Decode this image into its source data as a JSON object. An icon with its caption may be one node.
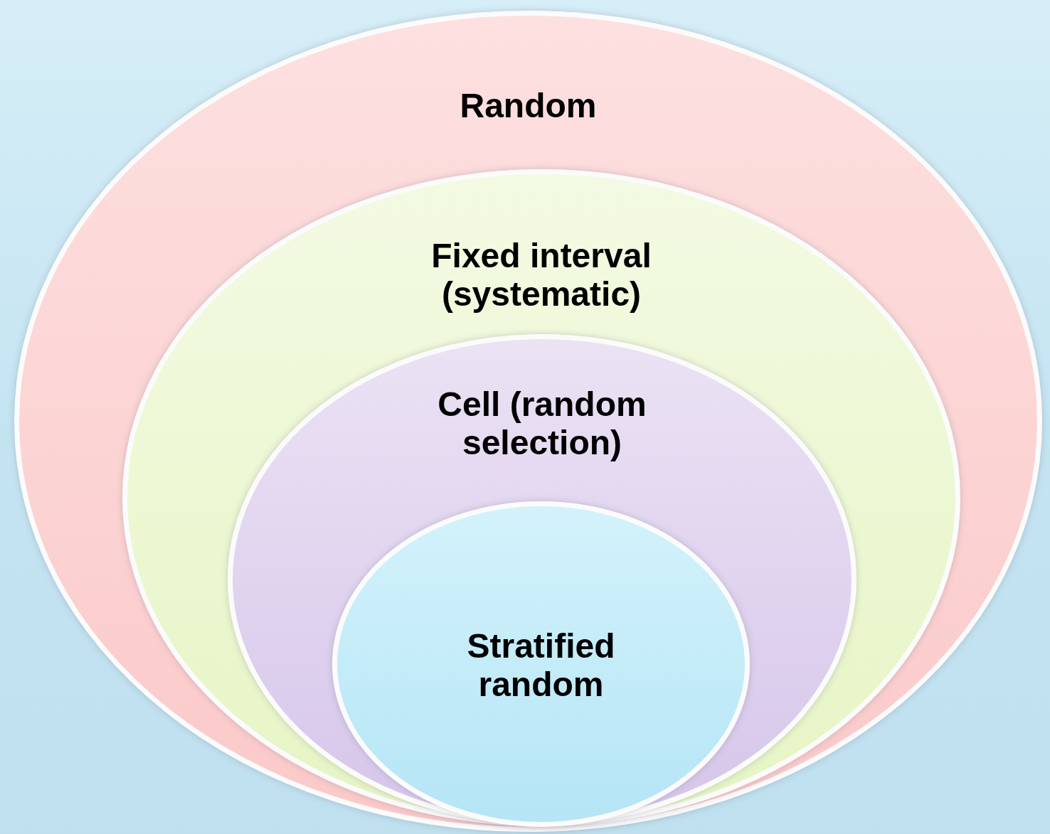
{
  "diagram": {
    "nodes": [
      {
        "text": [
          "Random"
        ]
      },
      {
        "text": [
          "Fixed interval (systematic)"
        ],
        "in": 0
      },
      {
        "text": [
          "Cell (random selection)"
        ],
        "in": 1
      },
      {
        "text": [
          "Stratified random"
        ],
        "in": 2
      }
    ]
  }
}
